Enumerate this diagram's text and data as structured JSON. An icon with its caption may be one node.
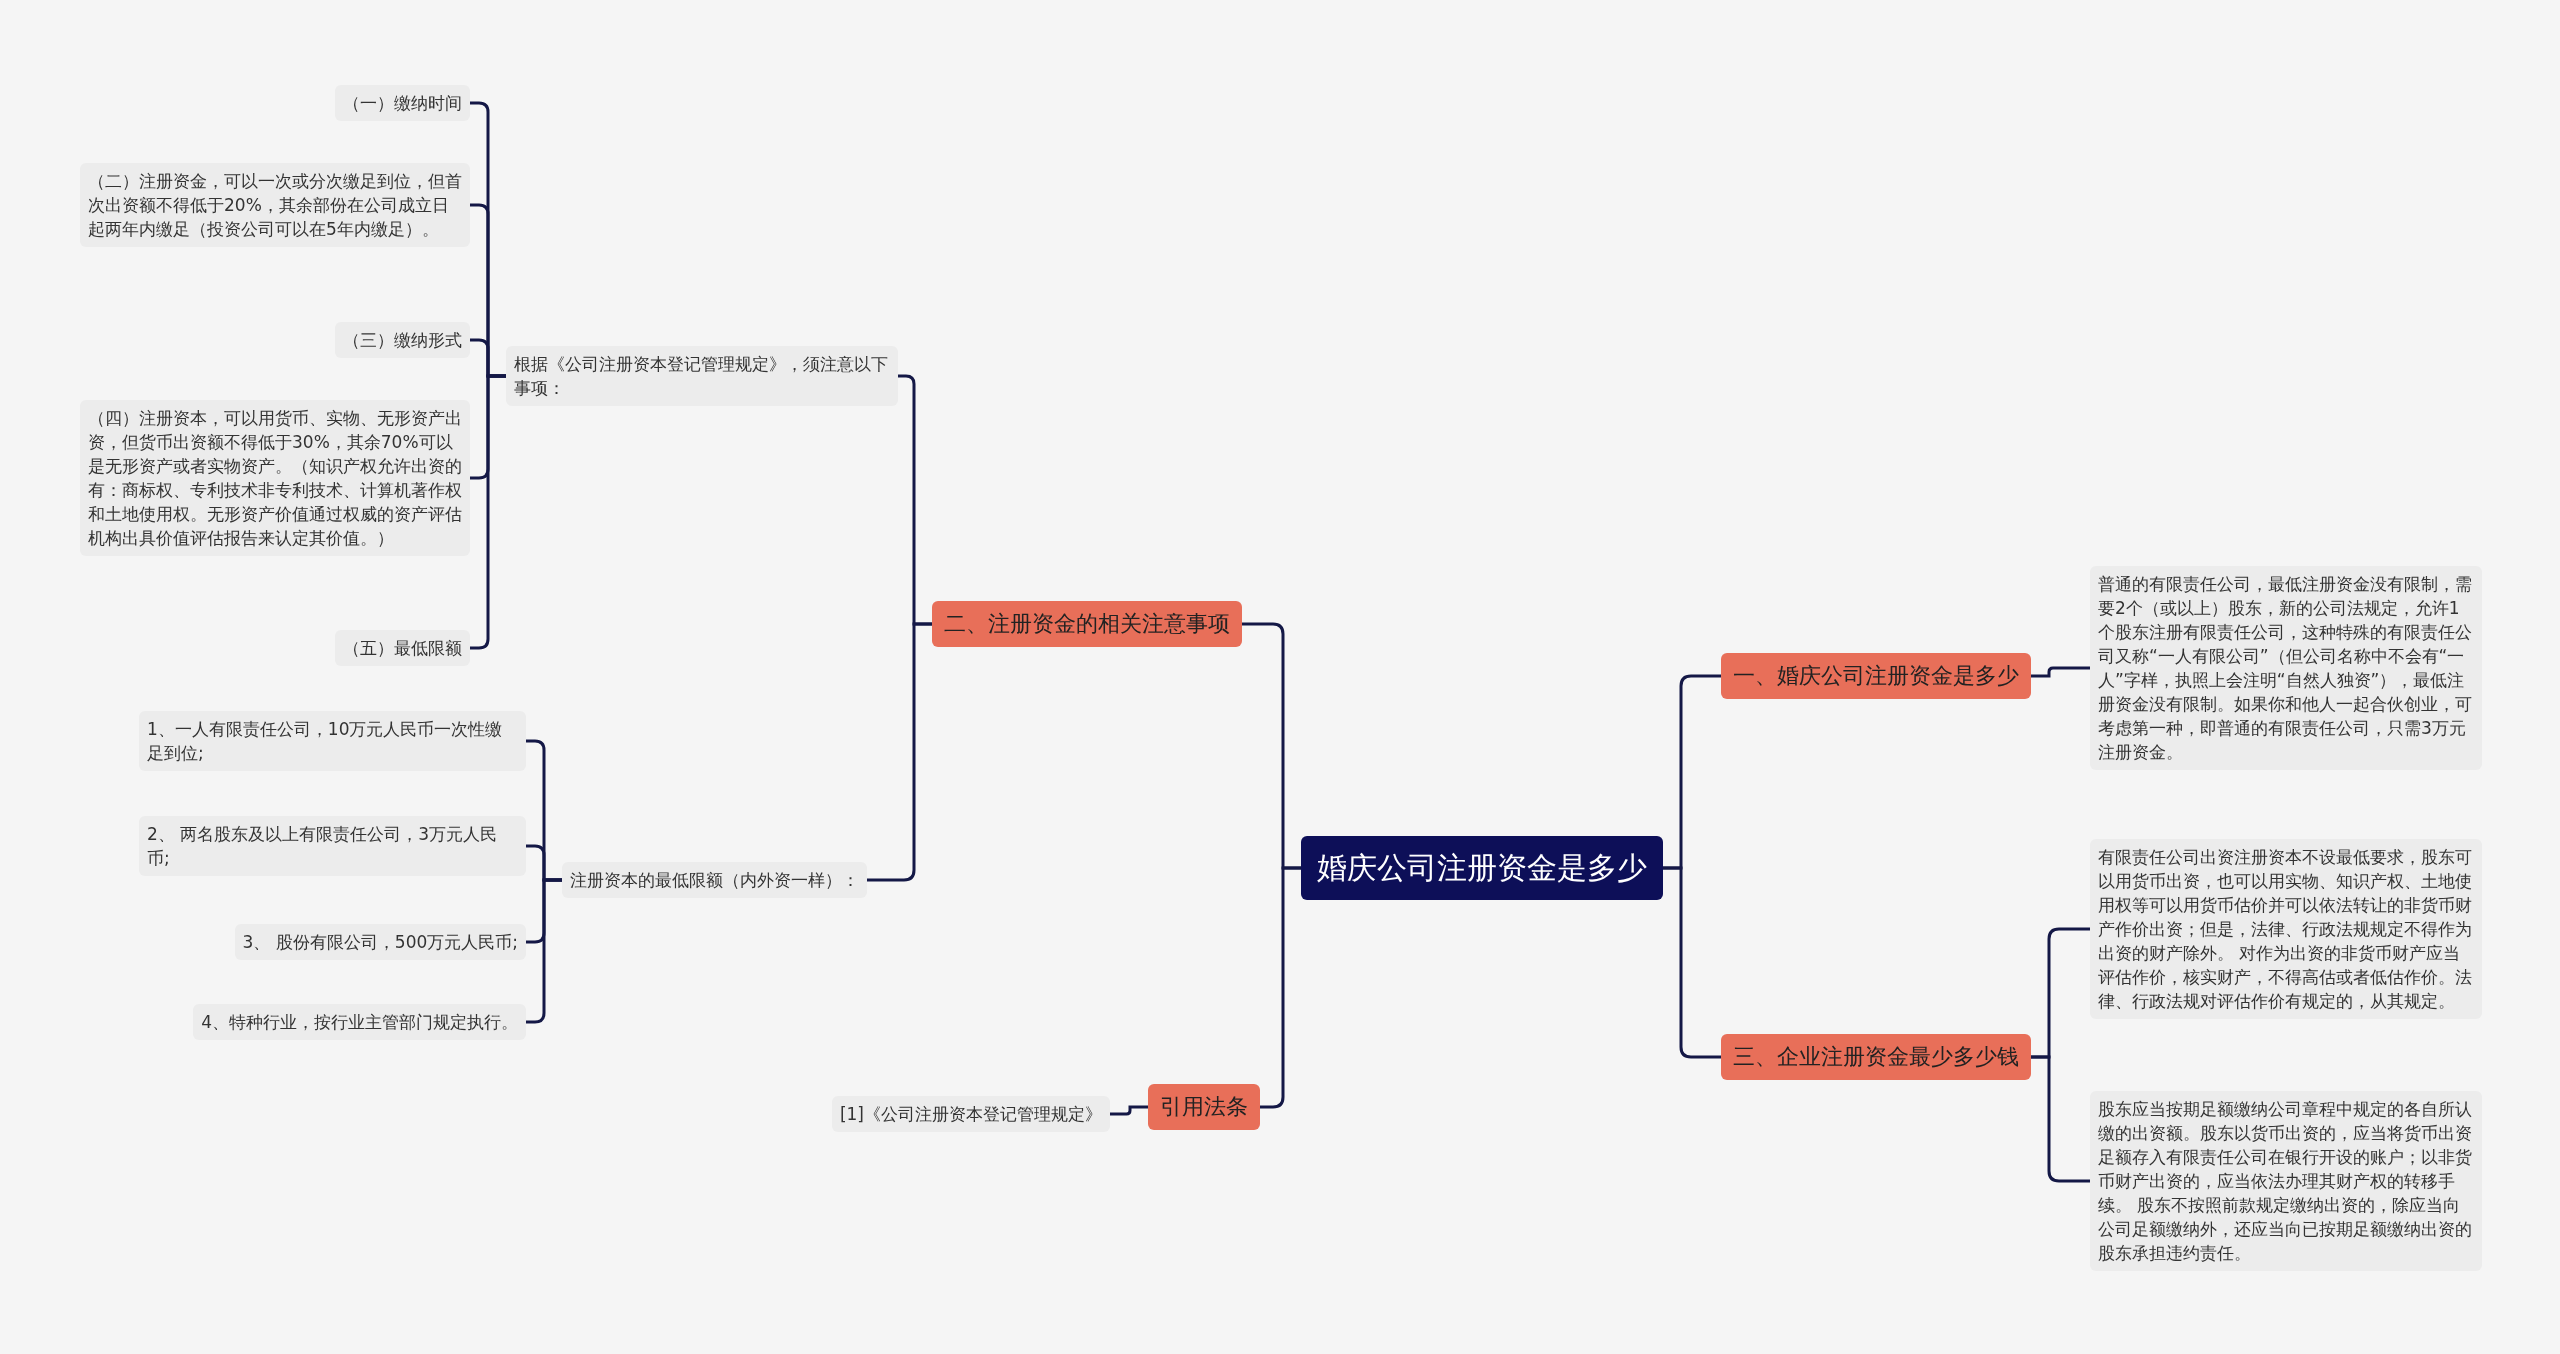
{
  "diagram": {
    "nodes": [
      {
        "text": [
          "婚庆公司注册资金是多少"
        ]
      },
      {
        "text": [
          "二、注册资金的相关注意事项"
        ]
      },
      {
        "text": [
          "根据《公司注册资本登记管理规定》，须注意以下事项："
        ]
      },
      {
        "text": [
          "（一）缴纳时间"
        ]
      },
      {
        "text": [
          "（二）注册资金，可以一次或分次缴足到位，但首次出资额不得低于20%，其余部份在公司成立日起两年内缴足（投资公司可以在5年内缴足）。"
        ]
      },
      {
        "text": [
          "（三）缴纳形式"
        ]
      },
      {
        "text": [
          "（四）注册资本，可以用货币、实物、无形资产出资，但货币出资额不得低于30%，其余70%可以是无形资产或者实物资产。（知识产权允许出资的有：商标权、专利技术非专利技术、计算机著作权和土地使用权。无形资产价值通过权威的资产评估机构出具价值评估报告来认定其价值。）"
        ]
      },
      {
        "text": [
          "（五）最低限额"
        ]
      },
      {
        "text": [
          "注册资本的最低限额（内外资一样）："
        ]
      },
      {
        "text": [
          "1、一人有限责任公司，10万元人民币一次性缴足到位;"
        ]
      },
      {
        "text": [
          "2、 两名股东及以上有限责任公司，3万元人民币;"
        ]
      },
      {
        "text": [
          "3、 股份有限公司，500万元人民币;"
        ]
      },
      {
        "text": [
          "4、特种行业，按行业主管部门规定执行。"
        ]
      },
      {
        "text": [
          "引用法条"
        ]
      },
      {
        "text": [
          "[1]《公司注册资本登记管理规定》"
        ]
      },
      {
        "text": [
          "一、婚庆公司注册资金是多少"
        ]
      },
      {
        "text": [
          "普通的有限责任公司，最低注册资金没有限制，需要2个（或以上）股东，新的公司法规定，允许1个股东注册有限责任公司，这种特殊的有限责任公司又称“一人有限公司”（但公司名称中不会有“一人”字样，执照上会注明“自然人独资”），最低注册资金没有限制。如果你和他人一起合伙创业，可考虑第一种，即普通的有限责任公司，只需3万元注册资金。"
        ]
      },
      {
        "text": [
          "三、企业注册资金最少多少钱"
        ]
      },
      {
        "text": [
          "有限责任公司出资注册资本不设最低要求，股东可以用货币出资，也可以用实物、知识产权、土地使用权等可以用货币估价并可以依法转让的非货币财产作价出资；但是，法律、行政法规规定不得作为出资的财产除外。 对作为出资的非货币财产应当评估作价，核实财产，不得高估或者低估作价。法律、行政法规对评估作价有规定的，从其规定。"
        ]
      },
      {
        "text": [
          "股东应当按期足额缴纳公司章程中规定的各自所认缴的出资额。股东以货币出资的，应当将货币出资足额存入有限责任公司在银行开设的账户；以非货币财产出资的，应当依法办理其财产权的转移手续。 股东不按照前款规定缴纳出资的，除应当向公司足额缴纳外，还应当向已按期足额缴纳出资的股东承担违约责任。"
        ]
      }
    ],
    "edges": [
      {
        "from": 0,
        "to": 1,
        "arrow": "none"
      },
      {
        "from": 0,
        "to": 13,
        "arrow": "none"
      },
      {
        "from": 0,
        "to": 15,
        "arrow": "none"
      },
      {
        "from": 0,
        "to": 17,
        "arrow": "none"
      },
      {
        "from": 1,
        "to": 2,
        "arrow": "none"
      },
      {
        "from": 1,
        "to": 8,
        "arrow": "none"
      },
      {
        "from": 2,
        "to": 3,
        "arrow": "none"
      },
      {
        "from": 2,
        "to": 4,
        "arrow": "none"
      },
      {
        "from": 2,
        "to": 5,
        "arrow": "none"
      },
      {
        "from": 2,
        "to": 6,
        "arrow": "none"
      },
      {
        "from": 2,
        "to": 7,
        "arrow": "none"
      },
      {
        "from": 8,
        "to": 9,
        "arrow": "none"
      },
      {
        "from": 8,
        "to": 10,
        "arrow": "none"
      },
      {
        "from": 8,
        "to": 11,
        "arrow": "none"
      },
      {
        "from": 8,
        "to": 12,
        "arrow": "none"
      },
      {
        "from": 13,
        "to": 14,
        "arrow": "none"
      },
      {
        "from": 15,
        "to": 16,
        "arrow": "none"
      },
      {
        "from": 17,
        "to": 18,
        "arrow": "none"
      },
      {
        "from": 17,
        "to": 19,
        "arrow": "none"
      }
    ]
  }
}
